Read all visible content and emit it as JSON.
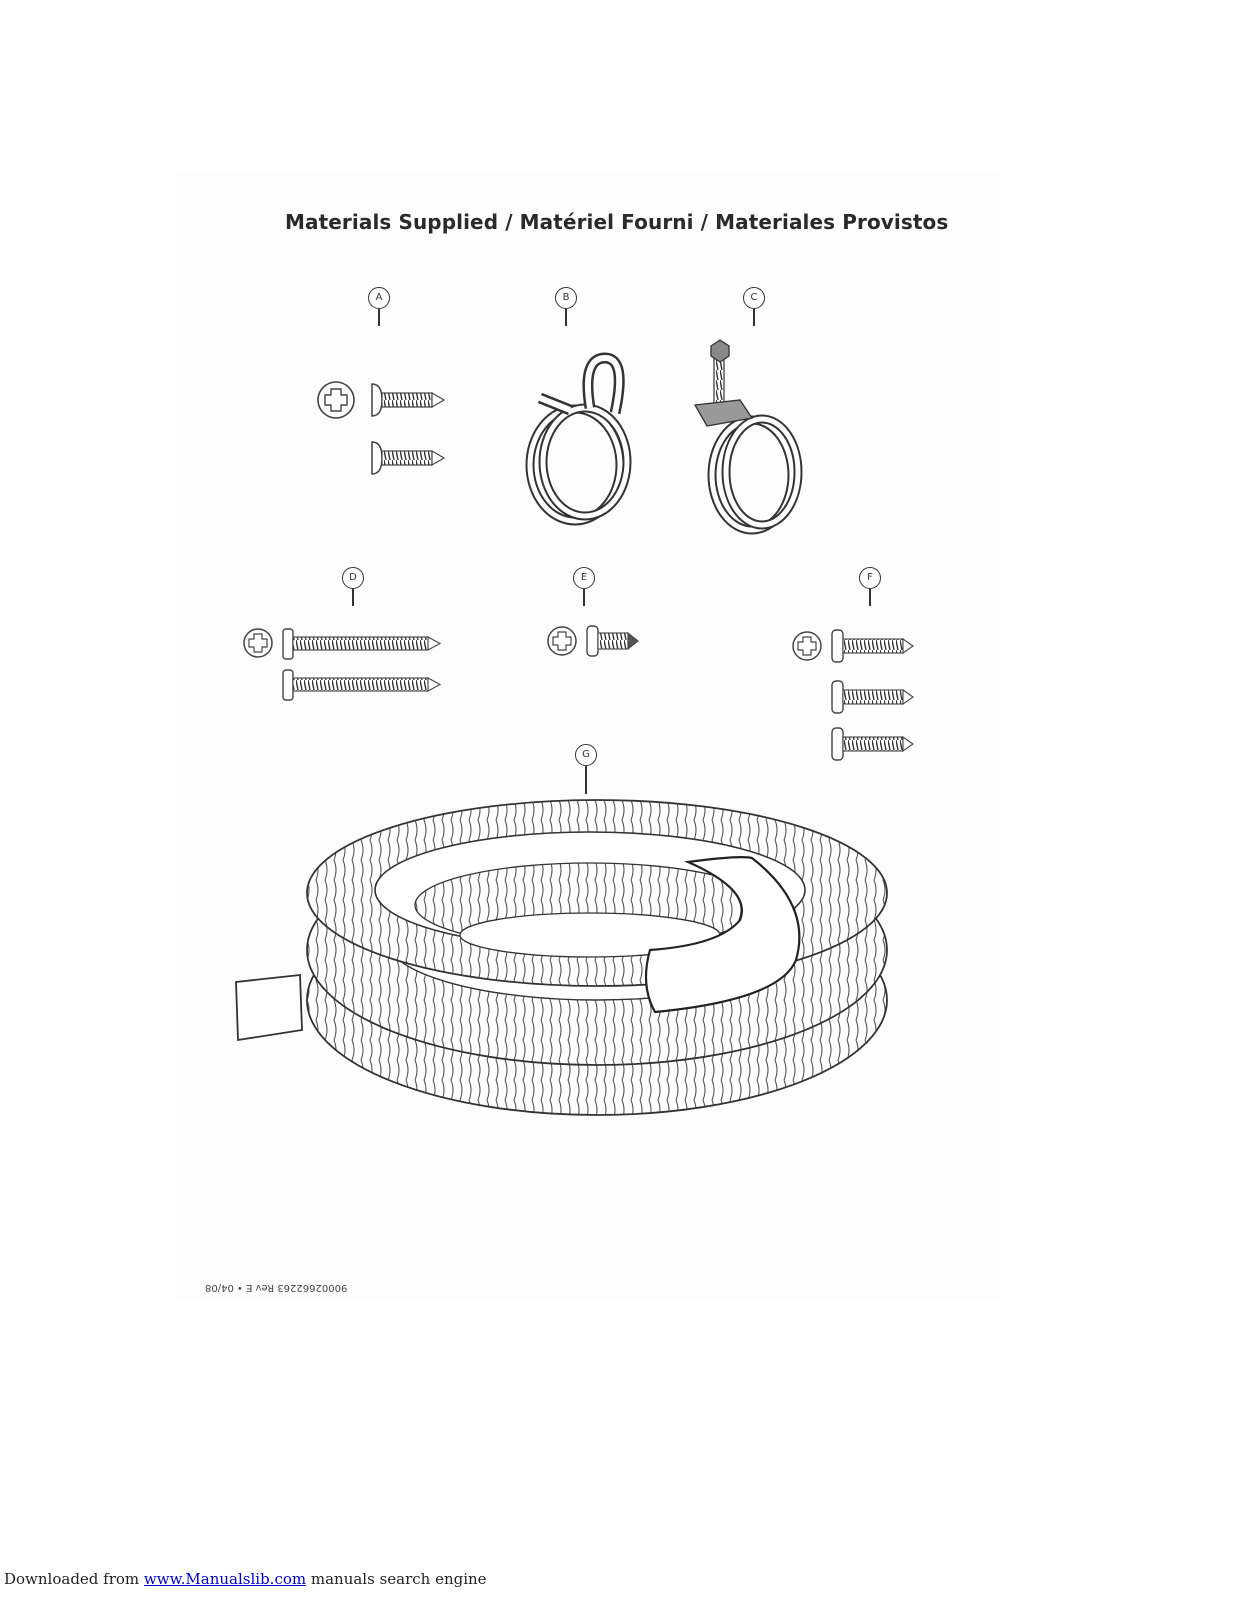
{
  "page": {
    "title": "Materials Supplied / Matériel Fourni / Materiales Provistos",
    "footer_code": "90002662263 Rev E • 04/08"
  },
  "callouts": {
    "a": "A",
    "b": "B",
    "c": "C",
    "d": "D",
    "e": "E",
    "f": "F",
    "g": "G"
  },
  "download_bar": {
    "prefix": "Downloaded from ",
    "link_text": "www.Manualslib.com",
    "suffix": " manuals search engine"
  }
}
